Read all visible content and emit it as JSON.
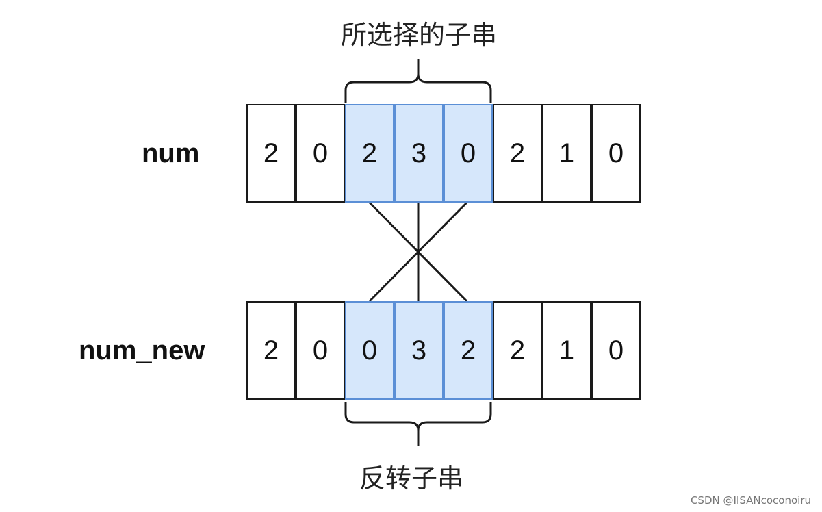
{
  "top_caption": "所选择的子串",
  "bottom_caption": "反转子串",
  "rows": [
    {
      "label": "num",
      "cells": [
        "2",
        "0",
        "2",
        "3",
        "0",
        "2",
        "1",
        "0"
      ],
      "selected": [
        2,
        3,
        4
      ]
    },
    {
      "label": "num_new",
      "cells": [
        "2",
        "0",
        "0",
        "3",
        "2",
        "2",
        "1",
        "0"
      ],
      "selected": [
        2,
        3,
        4
      ]
    }
  ],
  "colors": {
    "selected_fill": "#d6e7fb",
    "selected_border": "#5b8fd6",
    "border": "#1a1a1a"
  },
  "watermark": "CSDN @IISANcoconoiru"
}
